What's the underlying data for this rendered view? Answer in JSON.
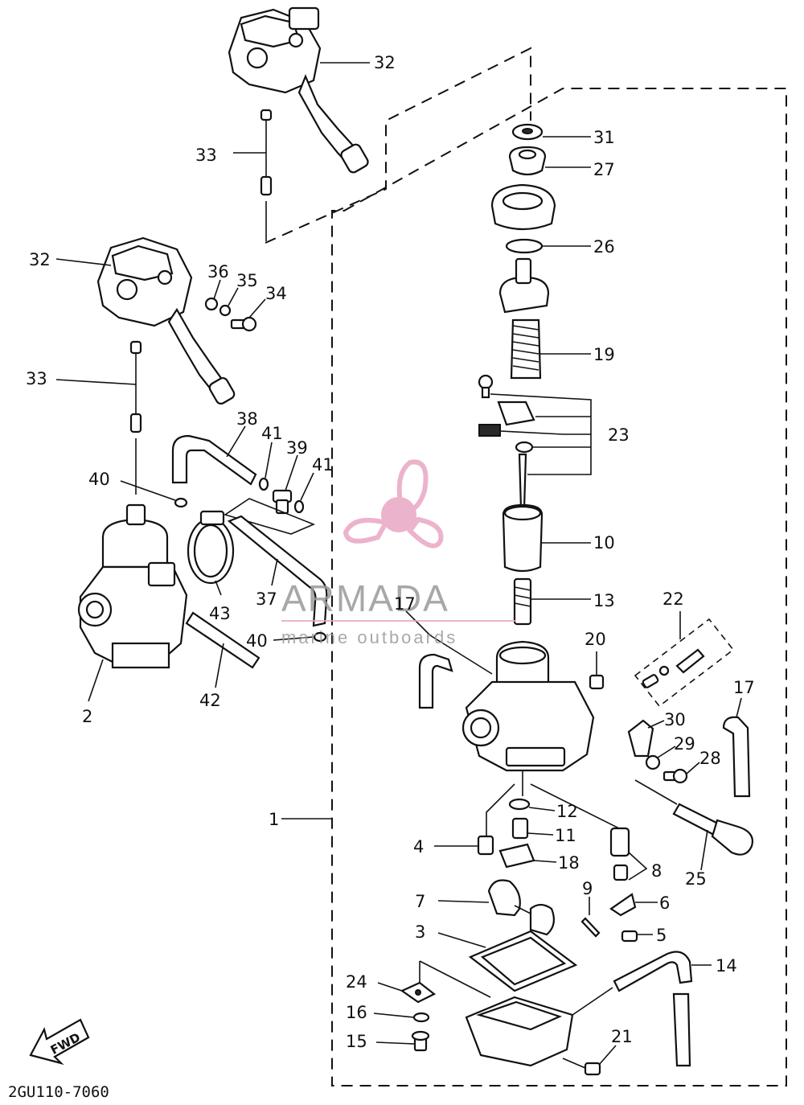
{
  "diagram": {
    "code": "2GU110-7060",
    "fwd_label": "FWD",
    "labels": [
      {
        "id": "32a",
        "text": "32"
      },
      {
        "id": "33a",
        "text": "33"
      },
      {
        "id": "31",
        "text": "31"
      },
      {
        "id": "27",
        "text": "27"
      },
      {
        "id": "26",
        "text": "26"
      },
      {
        "id": "32b",
        "text": "32"
      },
      {
        "id": "36",
        "text": "36"
      },
      {
        "id": "35",
        "text": "35"
      },
      {
        "id": "34",
        "text": "34"
      },
      {
        "id": "33b",
        "text": "33"
      },
      {
        "id": "19",
        "text": "19"
      },
      {
        "id": "23",
        "text": "23"
      },
      {
        "id": "38",
        "text": "38"
      },
      {
        "id": "41a",
        "text": "41"
      },
      {
        "id": "39",
        "text": "39"
      },
      {
        "id": "41b",
        "text": "41"
      },
      {
        "id": "40a",
        "text": "40"
      },
      {
        "id": "10",
        "text": "10"
      },
      {
        "id": "43",
        "text": "43"
      },
      {
        "id": "37",
        "text": "37"
      },
      {
        "id": "13",
        "text": "13"
      },
      {
        "id": "22",
        "text": "22"
      },
      {
        "id": "17a",
        "text": "17"
      },
      {
        "id": "40b",
        "text": "40"
      },
      {
        "id": "20",
        "text": "20"
      },
      {
        "id": "17b",
        "text": "17"
      },
      {
        "id": "42",
        "text": "42"
      },
      {
        "id": "2",
        "text": "2"
      },
      {
        "id": "30",
        "text": "30"
      },
      {
        "id": "29",
        "text": "29"
      },
      {
        "id": "28",
        "text": "28"
      },
      {
        "id": "12",
        "text": "12"
      },
      {
        "id": "1",
        "text": "1"
      },
      {
        "id": "11",
        "text": "11"
      },
      {
        "id": "4",
        "text": "4"
      },
      {
        "id": "18",
        "text": "18"
      },
      {
        "id": "8",
        "text": "8"
      },
      {
        "id": "25",
        "text": "25"
      },
      {
        "id": "9",
        "text": "9"
      },
      {
        "id": "7",
        "text": "7"
      },
      {
        "id": "6",
        "text": "6"
      },
      {
        "id": "3",
        "text": "3"
      },
      {
        "id": "5",
        "text": "5"
      },
      {
        "id": "14",
        "text": "14"
      },
      {
        "id": "24",
        "text": "24"
      },
      {
        "id": "16",
        "text": "16"
      },
      {
        "id": "21",
        "text": "21"
      },
      {
        "id": "15",
        "text": "15"
      }
    ]
  },
  "watermark": {
    "brand": "ARMADA",
    "tagline": "marine outboards",
    "color": "#e9a6c4"
  }
}
